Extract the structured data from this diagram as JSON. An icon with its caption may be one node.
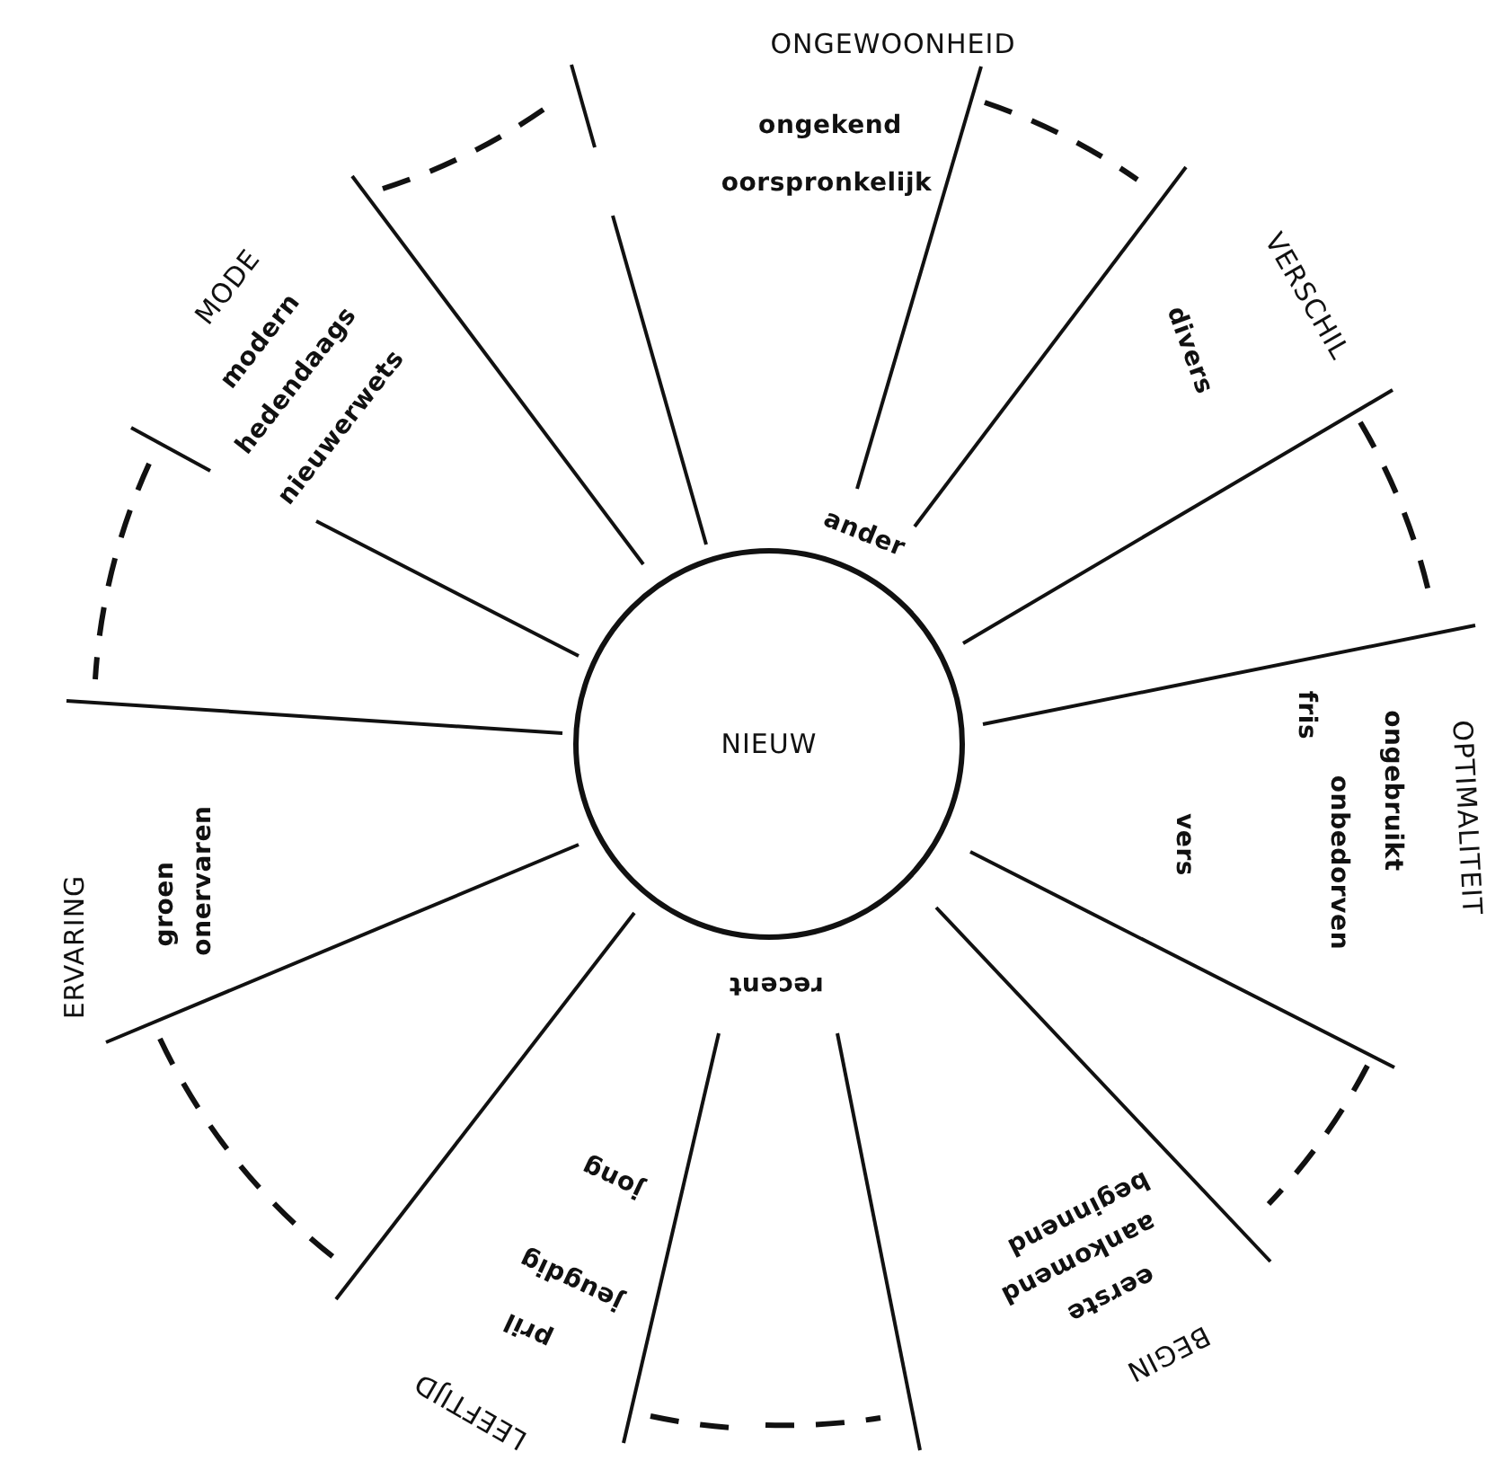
{
  "diagram": {
    "nodes": [
      {
        "text": [
          "NIEUW"
        ]
      }
    ],
    "labels": [
      "ONGEWOONHEID",
      "ongekend",
      "oorspronkelijk",
      "MODE",
      "modern",
      "hedendaags",
      "nieuwerwets",
      "VERSCHIL",
      "divers",
      "ander",
      "OPTIMALITEIT",
      "ongebruikt",
      "onbedorven",
      "fris",
      "vers",
      "ERVARING",
      "groen",
      "onervaren",
      "recent",
      "jong",
      "jeugdig",
      "pril",
      "LEEFTIJD",
      "beginnend",
      "aankomend",
      "eerste",
      "BEGIN"
    ]
  }
}
